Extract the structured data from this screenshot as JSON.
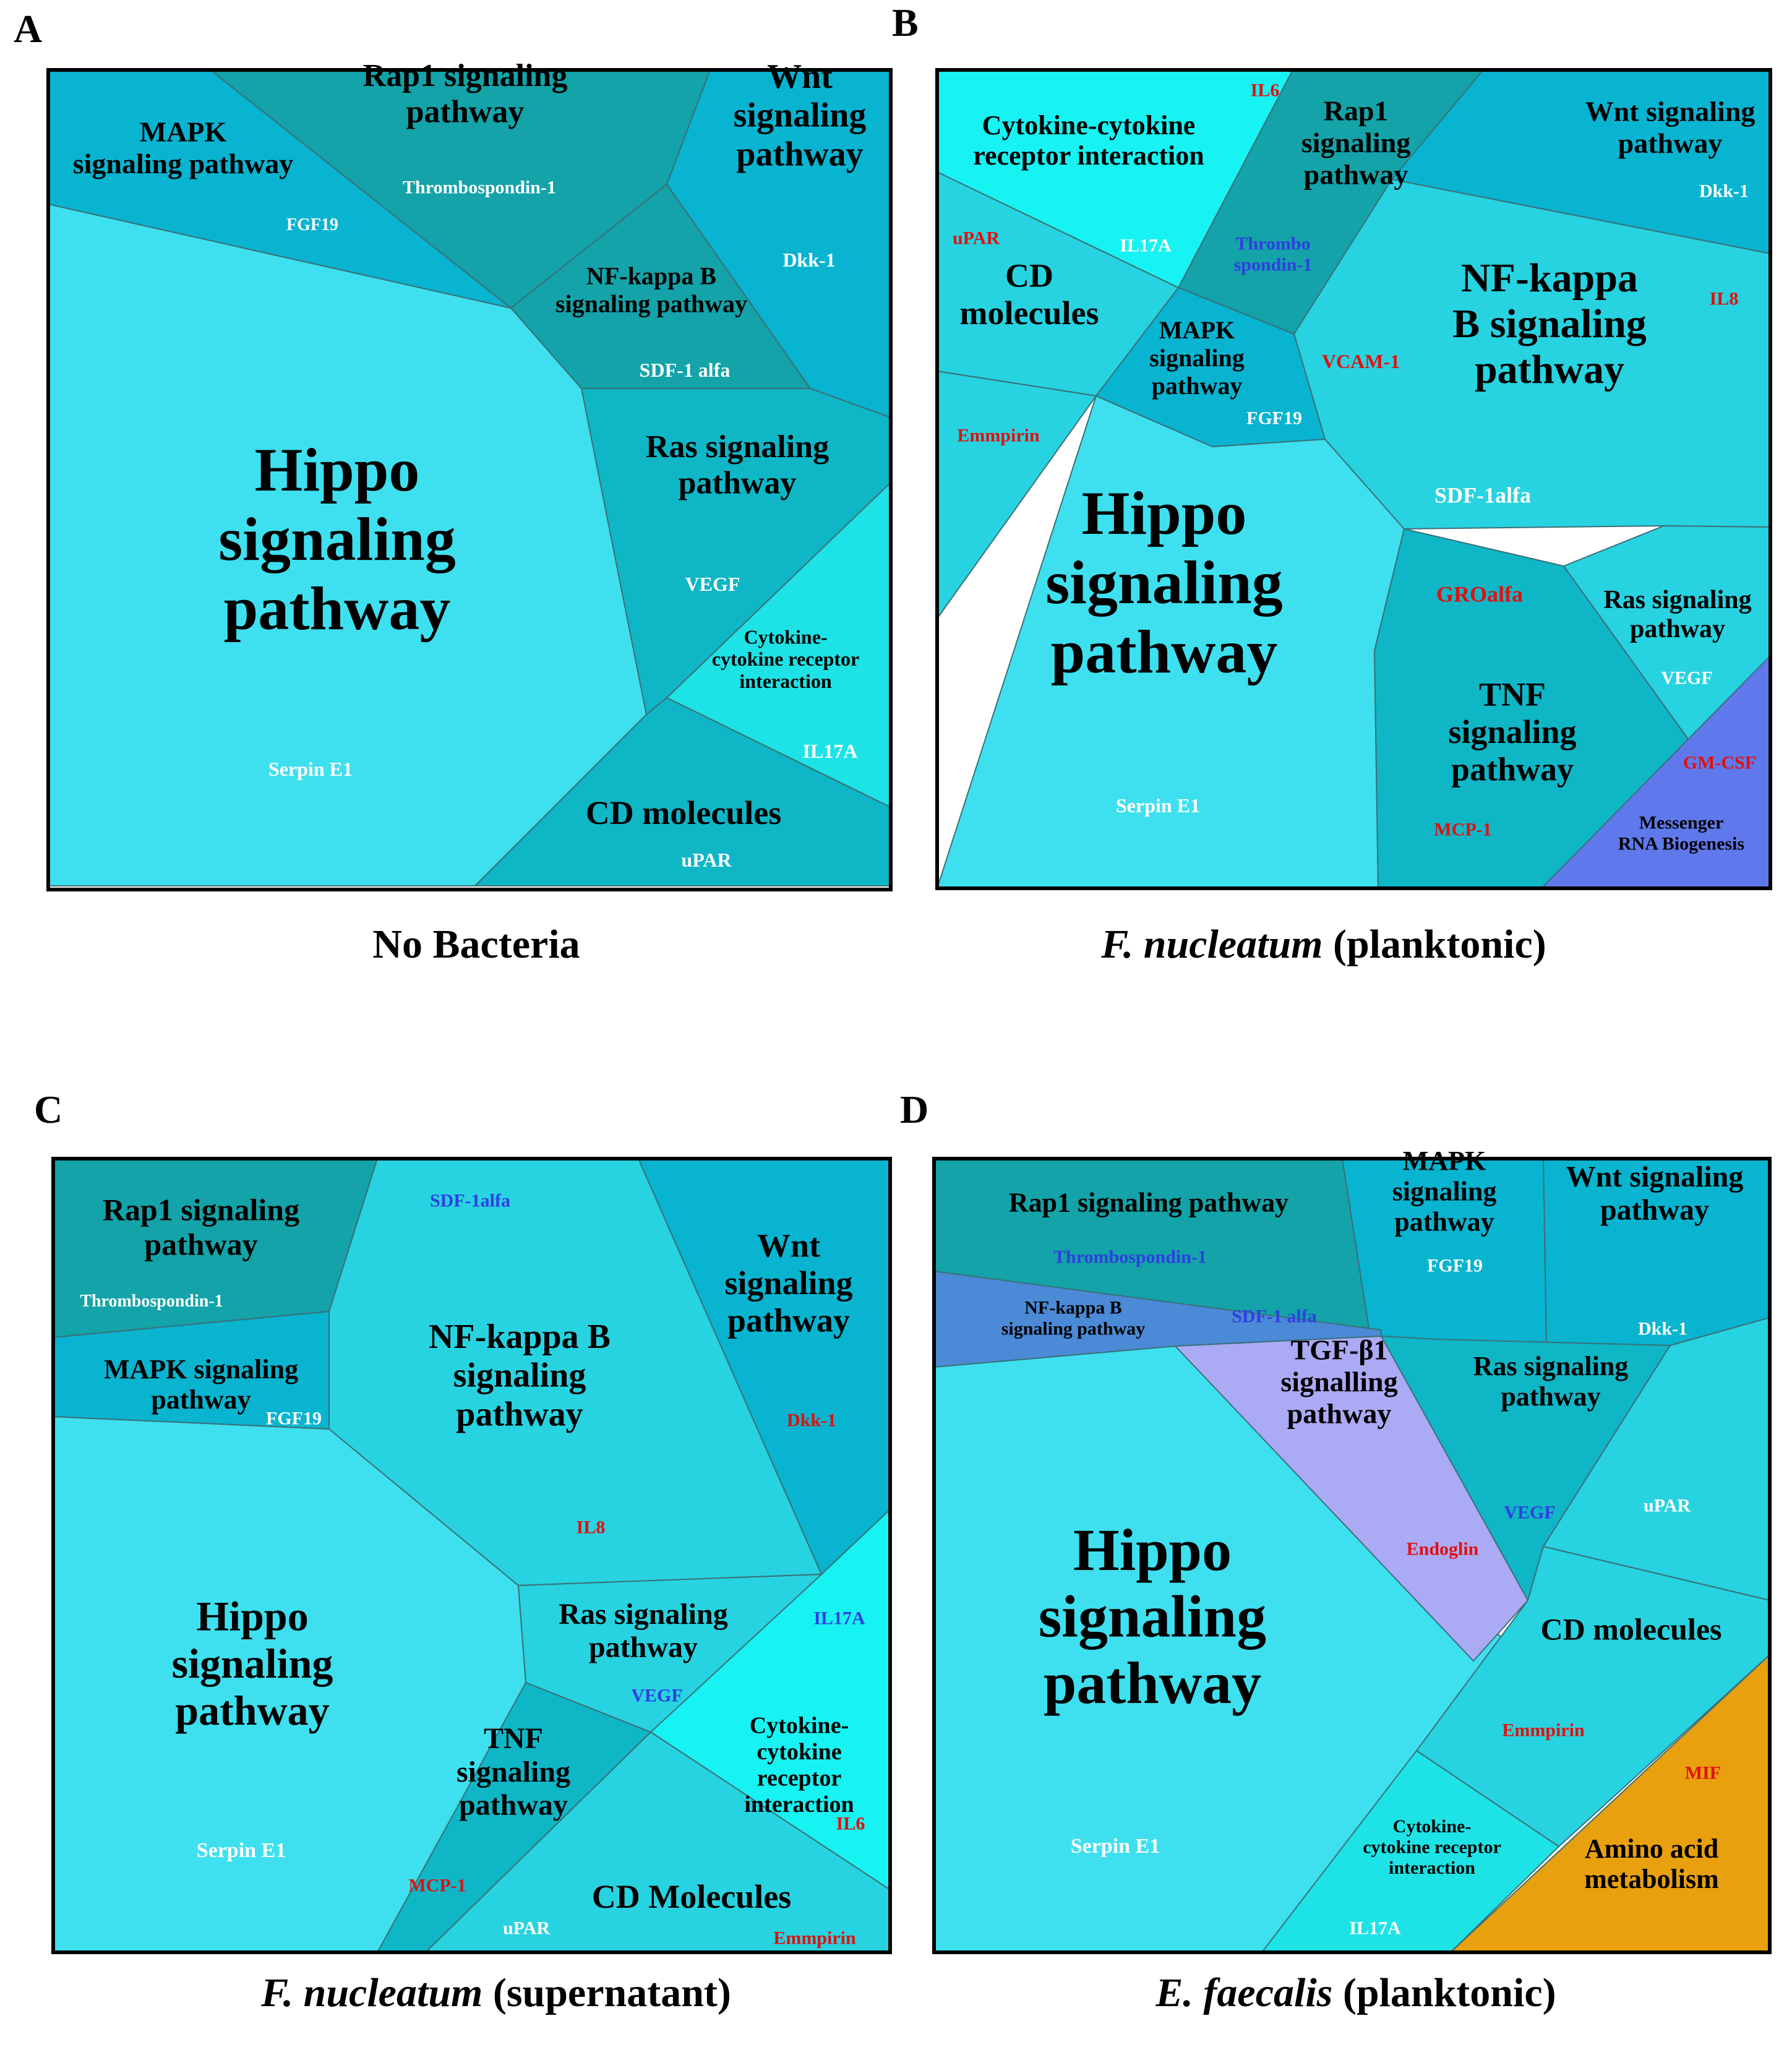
{
  "colors": {
    "hippo": "#3ee0ef",
    "teal_dark": "#13a3a8",
    "teal_mid": "#0fb6c6",
    "blue_mid": "#08b4d0",
    "cyan_light": "#27d3e0",
    "cyan_bright": "#1de3e6",
    "cyan_pale": "#17f2f2",
    "messenger": "#5f79ec",
    "nfkb_d": "#4a8ad6",
    "tgfb": "#abaaf5",
    "amino": "#e8a00e",
    "white_text": "#ffffff",
    "black_text": "#000000",
    "red_text": "#e01010",
    "blue_text": "#2f3fe0"
  },
  "panels": [
    {
      "id": "A",
      "letter": "A",
      "caption": {
        "italic": "",
        "rest": "No Bacteria"
      },
      "cells": [
        {
          "name": "hippo",
          "color": "hippo"
        },
        {
          "name": "mapk",
          "color": "blue_mid"
        },
        {
          "name": "rap1",
          "color": "teal_dark"
        },
        {
          "name": "wnt",
          "color": "blue_mid"
        },
        {
          "name": "nfkb",
          "color": "teal_dark"
        },
        {
          "name": "ras",
          "color": "teal_mid"
        },
        {
          "name": "cytokine",
          "color": "cyan_bright"
        },
        {
          "name": "cd",
          "color": "teal_mid"
        }
      ],
      "labels": [
        {
          "text": [
            "Hippo",
            "signaling",
            "pathway"
          ],
          "color": "black_text",
          "size": 100
        },
        {
          "text": [
            "MAPK",
            "signaling pathway"
          ],
          "color": "black_text",
          "size": 46
        },
        {
          "text": [
            "FGF19"
          ],
          "color": "white_text",
          "size": 28
        },
        {
          "text": [
            "Rap1 signaling",
            "pathway"
          ],
          "color": "black_text",
          "size": 52
        },
        {
          "text": [
            "Thrombospondin-1"
          ],
          "color": "white_text",
          "size": 30
        },
        {
          "text": [
            "Wnt",
            "signaling",
            "pathway"
          ],
          "color": "black_text",
          "size": 56
        },
        {
          "text": [
            "Dkk-1"
          ],
          "color": "white_text",
          "size": 32
        },
        {
          "text": [
            "NF-kappa B",
            "signaling pathway"
          ],
          "color": "black_text",
          "size": 40
        },
        {
          "text": [
            "SDF-1 alfa"
          ],
          "color": "white_text",
          "size": 32
        },
        {
          "text": [
            "Ras signaling",
            "pathway"
          ],
          "color": "black_text",
          "size": 52
        },
        {
          "text": [
            "VEGF"
          ],
          "color": "white_text",
          "size": 32
        },
        {
          "text": [
            "Cytokine-",
            "cytokine receptor",
            "interaction"
          ],
          "color": "black_text",
          "size": 32
        },
        {
          "text": [
            "IL17A"
          ],
          "color": "white_text",
          "size": 32
        },
        {
          "text": [
            "CD molecules"
          ],
          "color": "black_text",
          "size": 54
        },
        {
          "text": [
            "uPAR"
          ],
          "color": "white_text",
          "size": 32
        },
        {
          "text": [
            "Serpin E1"
          ],
          "color": "white_text",
          "size": 32
        }
      ]
    },
    {
      "id": "B",
      "letter": "B",
      "caption": {
        "italic": "F. nucleatum",
        "rest": " (planktonic)"
      },
      "cells": [
        {
          "name": "hippo",
          "color": "hippo"
        },
        {
          "name": "cytokine",
          "color": "cyan_pale"
        },
        {
          "name": "rap1",
          "color": "teal_dark"
        },
        {
          "name": "wnt",
          "color": "blue_mid"
        },
        {
          "name": "nfkb",
          "color": "cyan_light"
        },
        {
          "name": "cd",
          "color": "cyan_light"
        },
        {
          "name": "cd_lower",
          "color": "cyan_light"
        },
        {
          "name": "mapk",
          "color": "blue_mid"
        },
        {
          "name": "tnf",
          "color": "teal_mid"
        },
        {
          "name": "ras",
          "color": "cyan_light"
        },
        {
          "name": "messenger",
          "color": "messenger"
        }
      ],
      "labels": [
        {
          "text": [
            "Cytokine-cytokine",
            "receptor interaction"
          ],
          "color": "black_text",
          "size": 44
        },
        {
          "text": [
            "IL6"
          ],
          "color": "red_text",
          "size": 30
        },
        {
          "text": [
            "Rap1",
            "signaling",
            "pathway"
          ],
          "color": "black_text",
          "size": 46
        },
        {
          "text": [
            "Wnt signaling",
            "pathway"
          ],
          "color": "black_text",
          "size": 46
        },
        {
          "text": [
            "Dkk-1"
          ],
          "color": "white_text",
          "size": 30
        },
        {
          "text": [
            "uPAR"
          ],
          "color": "red_text",
          "size": 30
        },
        {
          "text": [
            "CD",
            "molecules"
          ],
          "color": "black_text",
          "size": 54
        },
        {
          "text": [
            "IL17A"
          ],
          "color": "white_text",
          "size": 30
        },
        {
          "text": [
            "Thrombo",
            "spondin-1"
          ],
          "color": "blue_text",
          "size": 30
        },
        {
          "text": [
            "NF-kappa",
            "B signaling",
            "pathway"
          ],
          "color": "black_text",
          "size": 66
        },
        {
          "text": [
            "IL8"
          ],
          "color": "red_text",
          "size": 30
        },
        {
          "text": [
            "MAPK",
            "signaling",
            "pathway"
          ],
          "color": "black_text",
          "size": 40
        },
        {
          "text": [
            "FGF19"
          ],
          "color": "white_text",
          "size": 30
        },
        {
          "text": [
            "VCAM-1"
          ],
          "color": "red_text",
          "size": 32
        },
        {
          "text": [
            "Emmpirin"
          ],
          "color": "red_text",
          "size": 30
        },
        {
          "text": [
            "SDF-1alfa"
          ],
          "color": "white_text",
          "size": 36
        },
        {
          "text": [
            "Hippo",
            "signaling",
            "pathway"
          ],
          "color": "black_text",
          "size": 100
        },
        {
          "text": [
            "GROalfa"
          ],
          "color": "red_text",
          "size": 36
        },
        {
          "text": [
            "Ras signaling",
            "pathway"
          ],
          "color": "black_text",
          "size": 42
        },
        {
          "text": [
            "TNF",
            "signaling",
            "pathway"
          ],
          "color": "black_text",
          "size": 54
        },
        {
          "text": [
            "VEGF"
          ],
          "color": "white_text",
          "size": 30
        },
        {
          "text": [
            "GM-CSF"
          ],
          "color": "red_text",
          "size": 30
        },
        {
          "text": [
            "MCP-1"
          ],
          "color": "red_text",
          "size": 30
        },
        {
          "text": [
            "Messenger",
            "RNA Biogenesis"
          ],
          "color": "black_text",
          "size": 30
        },
        {
          "text": [
            "Serpin E1"
          ],
          "color": "white_text",
          "size": 32
        }
      ]
    },
    {
      "id": "C",
      "letter": "C",
      "caption": {
        "italic": "F. nucleatum",
        "rest": " (supernatant)"
      },
      "cells": [
        {
          "name": "hippo",
          "color": "hippo"
        },
        {
          "name": "rap1",
          "color": "teal_dark"
        },
        {
          "name": "mapk",
          "color": "blue_mid"
        },
        {
          "name": "nfkb",
          "color": "cyan_light"
        },
        {
          "name": "wnt",
          "color": "blue_mid"
        },
        {
          "name": "ras",
          "color": "cyan_light"
        },
        {
          "name": "tnf",
          "color": "teal_mid"
        },
        {
          "name": "cytokine",
          "color": "cyan_pale"
        },
        {
          "name": "cd",
          "color": "cyan_light"
        }
      ],
      "labels": [
        {
          "text": [
            "Rap1 signaling",
            "pathway"
          ],
          "color": "black_text",
          "size": 50
        },
        {
          "text": [
            "Thrombospondin-1"
          ],
          "color": "white_text",
          "size": 28
        },
        {
          "text": [
            "SDF-1alfa"
          ],
          "color": "blue_text",
          "size": 30
        },
        {
          "text": [
            "Wnt",
            "signaling",
            "pathway"
          ],
          "color": "black_text",
          "size": 54
        },
        {
          "text": [
            "MAPK signaling",
            "pathway"
          ],
          "color": "black_text",
          "size": 44
        },
        {
          "text": [
            "FGF19"
          ],
          "color": "white_text",
          "size": 30
        },
        {
          "text": [
            "NF-kappa B",
            "signaling",
            "pathway"
          ],
          "color": "black_text",
          "size": 56
        },
        {
          "text": [
            "Dkk-1"
          ],
          "color": "red_text",
          "size": 30
        },
        {
          "text": [
            "IL8"
          ],
          "color": "red_text",
          "size": 30
        },
        {
          "text": [
            "Hippo",
            "signaling",
            "pathway"
          ],
          "color": "black_text",
          "size": 68
        },
        {
          "text": [
            "Ras signaling",
            "pathway"
          ],
          "color": "black_text",
          "size": 48
        },
        {
          "text": [
            "IL17A"
          ],
          "color": "blue_text",
          "size": 30
        },
        {
          "text": [
            "VEGF"
          ],
          "color": "blue_text",
          "size": 30
        },
        {
          "text": [
            "TNF",
            "signaling",
            "pathway"
          ],
          "color": "black_text",
          "size": 48
        },
        {
          "text": [
            "Cytokine-",
            "cytokine",
            "receptor",
            "interaction"
          ],
          "color": "black_text",
          "size": 38
        },
        {
          "text": [
            "IL6"
          ],
          "color": "red_text",
          "size": 30
        },
        {
          "text": [
            "MCP-1"
          ],
          "color": "red_text",
          "size": 30
        },
        {
          "text": [
            "CD Molecules"
          ],
          "color": "black_text",
          "size": 54
        },
        {
          "text": [
            "uPAR"
          ],
          "color": "white_text",
          "size": 30
        },
        {
          "text": [
            "Emmpirin"
          ],
          "color": "red_text",
          "size": 30
        },
        {
          "text": [
            "Serpin E1"
          ],
          "color": "white_text",
          "size": 34
        }
      ]
    },
    {
      "id": "D",
      "letter": "D",
      "caption": {
        "italic": "E. faecalis",
        "rest": " (planktonic)"
      },
      "cells": [
        {
          "name": "hippo",
          "color": "hippo"
        },
        {
          "name": "rap1",
          "color": "teal_dark"
        },
        {
          "name": "mapk",
          "color": "blue_mid"
        },
        {
          "name": "wnt",
          "color": "blue_mid"
        },
        {
          "name": "nfkb",
          "color": "nfkb_d"
        },
        {
          "name": "tgfb",
          "color": "tgfb"
        },
        {
          "name": "ras",
          "color": "teal_mid"
        },
        {
          "name": "upar_cell",
          "color": "cyan_light"
        },
        {
          "name": "cd",
          "color": "cyan_light"
        },
        {
          "name": "cytokine",
          "color": "cyan_bright"
        },
        {
          "name": "amino",
          "color": "amino"
        }
      ],
      "labels": [
        {
          "text": [
            "Rap1 signaling pathway"
          ],
          "color": "black_text",
          "size": 44
        },
        {
          "text": [
            "Thrombospondin-1"
          ],
          "color": "blue_text",
          "size": 30
        },
        {
          "text": [
            "MAPK",
            "signaling",
            "pathway"
          ],
          "color": "black_text",
          "size": 44
        },
        {
          "text": [
            "FGF19"
          ],
          "color": "white_text",
          "size": 30
        },
        {
          "text": [
            "Wnt signaling",
            "pathway"
          ],
          "color": "black_text",
          "size": 48
        },
        {
          "text": [
            "Dkk-1"
          ],
          "color": "white_text",
          "size": 30
        },
        {
          "text": [
            "NF-kappa B",
            "signaling pathway"
          ],
          "color": "black_text",
          "size": 30
        },
        {
          "text": [
            "SDF-1 alfa"
          ],
          "color": "blue_text",
          "size": 30
        },
        {
          "text": [
            "TGF-β1",
            "signalling",
            "pathway"
          ],
          "color": "black_text",
          "size": 46
        },
        {
          "text": [
            "Ras signaling",
            "pathway"
          ],
          "color": "black_text",
          "size": 44
        },
        {
          "text": [
            "VEGF"
          ],
          "color": "blue_text",
          "size": 30
        },
        {
          "text": [
            "uPAR"
          ],
          "color": "white_text",
          "size": 30
        },
        {
          "text": [
            "Endoglin"
          ],
          "color": "red_text",
          "size": 30
        },
        {
          "text": [
            "Hippo",
            "signaling",
            "pathway"
          ],
          "color": "black_text",
          "size": 96
        },
        {
          "text": [
            "CD molecules"
          ],
          "color": "black_text",
          "size": 50
        },
        {
          "text": [
            "Emmpirin"
          ],
          "color": "red_text",
          "size": 30
        },
        {
          "text": [
            "MIF"
          ],
          "color": "red_text",
          "size": 30
        },
        {
          "text": [
            "Cytokine-",
            "cytokine receptor",
            "interaction"
          ],
          "color": "black_text",
          "size": 30
        },
        {
          "text": [
            "Amino acid",
            "metabolism"
          ],
          "color": "black_text",
          "size": 44
        },
        {
          "text": [
            "IL17A"
          ],
          "color": "white_text",
          "size": 30
        },
        {
          "text": [
            "Serpin E1"
          ],
          "color": "white_text",
          "size": 34
        }
      ]
    }
  ]
}
